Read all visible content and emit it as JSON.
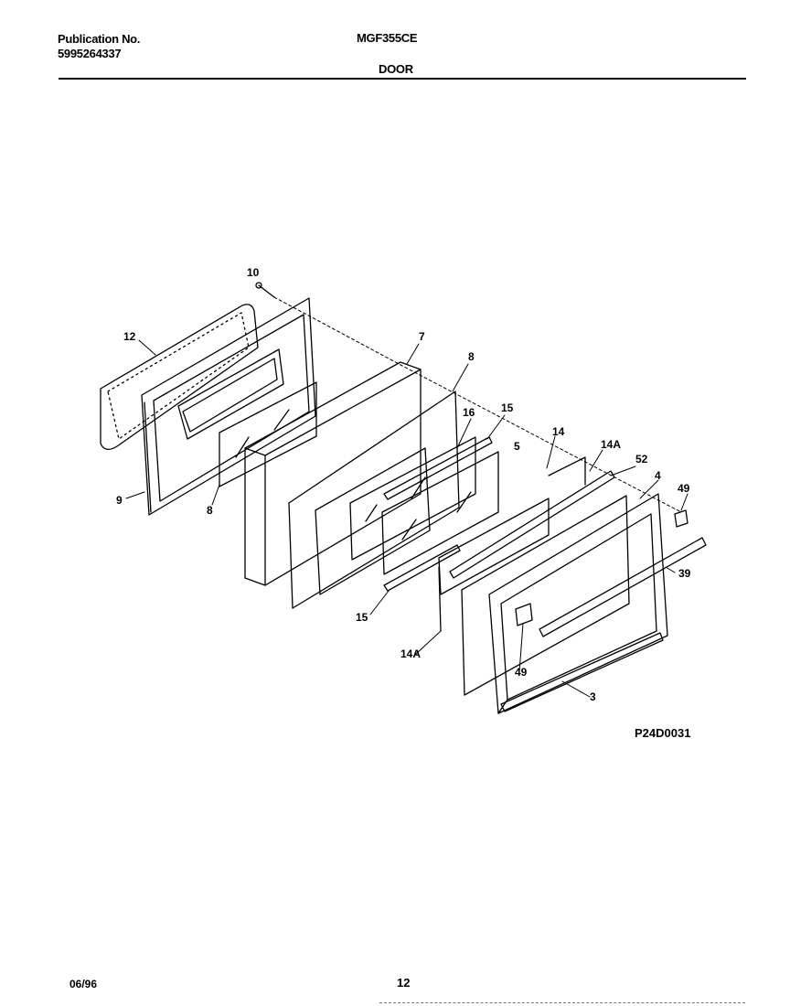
{
  "header": {
    "publication_label": "Publication No.",
    "publication_number": "5995264337",
    "model": "MGF355CE",
    "section": "DOOR"
  },
  "diagram": {
    "code": "P24D0031",
    "callouts": [
      {
        "id": "10",
        "text": "10"
      },
      {
        "id": "12",
        "text": "12"
      },
      {
        "id": "7",
        "text": "7"
      },
      {
        "id": "8a",
        "text": "8"
      },
      {
        "id": "15a",
        "text": "15"
      },
      {
        "id": "16",
        "text": "16"
      },
      {
        "id": "14",
        "text": "14"
      },
      {
        "id": "14Aa",
        "text": "14A"
      },
      {
        "id": "52",
        "text": "52"
      },
      {
        "id": "5",
        "text": "5"
      },
      {
        "id": "4",
        "text": "4"
      },
      {
        "id": "49a",
        "text": "49"
      },
      {
        "id": "39",
        "text": "39"
      },
      {
        "id": "9",
        "text": "9"
      },
      {
        "id": "8b",
        "text": "8"
      },
      {
        "id": "15b",
        "text": "15"
      },
      {
        "id": "14Ab",
        "text": "14A"
      },
      {
        "id": "49b",
        "text": "49"
      },
      {
        "id": "3",
        "text": "3"
      }
    ]
  },
  "footer": {
    "date": "06/96",
    "page": "12"
  }
}
